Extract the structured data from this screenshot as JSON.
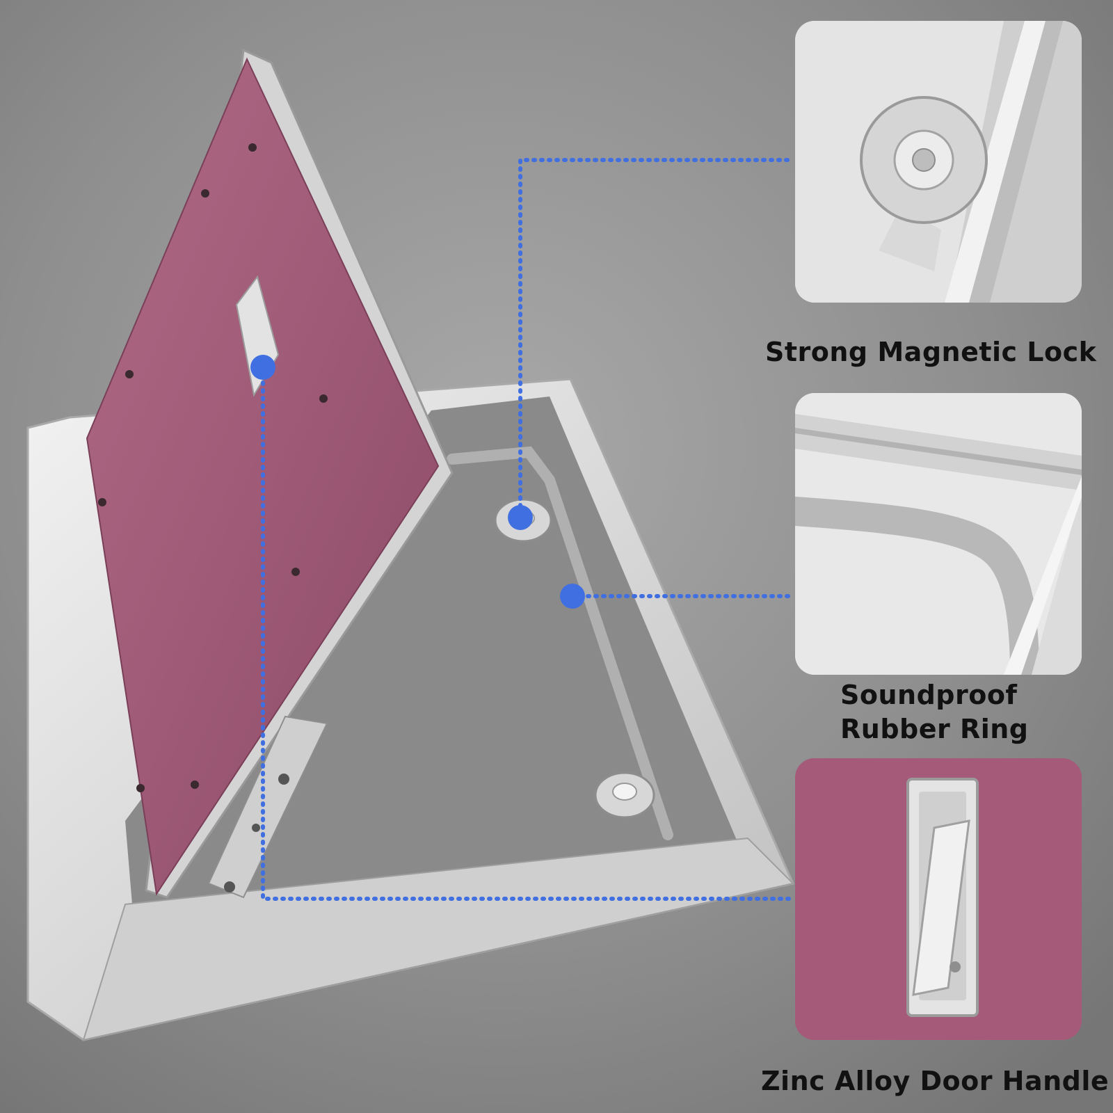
{
  "callouts": [
    {
      "id": "magnetic-lock",
      "caption": "Strong Magnetic Lock"
    },
    {
      "id": "rubber-ring",
      "caption_line1": "Soundproof",
      "caption_line2": "Rubber Ring"
    },
    {
      "id": "door-handle",
      "caption": "Zinc Alloy Door Handle"
    }
  ],
  "colors": {
    "accent": "#3f6fe0",
    "panel_surface": "#a45a78",
    "frame": "#d9d9d9",
    "concrete": "#8f8f8f"
  }
}
